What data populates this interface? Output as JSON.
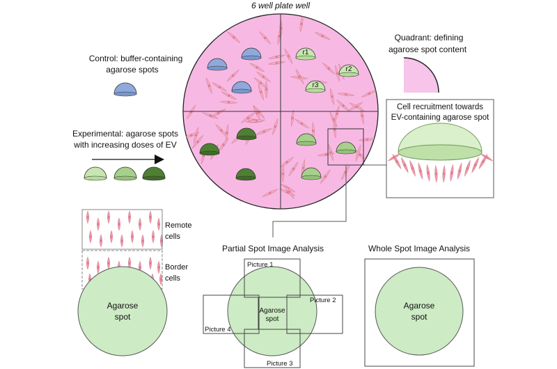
{
  "title": "6 well plate well",
  "control_label_1": "Control: buffer-containing",
  "control_label_2": "agarose spots",
  "experimental_label_1": "Experimental: agarose spots",
  "experimental_label_2": "with increasing doses of EV",
  "quadrant_label_1": "Quadrant: defining",
  "quadrant_label_2": "agarose spot content",
  "recruitment_label_1": "Cell recruitment towards",
  "recruitment_label_2": "EV-containing agarose spot",
  "replicates": [
    "r1",
    "r2",
    "r3"
  ],
  "remote_label_1": "Remote",
  "remote_label_2": "cells",
  "border_label_1": "Border",
  "border_label_2": "cells",
  "agarose_spot_1": "Agarose",
  "agarose_spot_2": "spot",
  "partial_title": "Partial Spot Image Analysis",
  "whole_title": "Whole Spot Image Analysis",
  "pictures": [
    "Picture 1",
    "Picture 2",
    "Picture 3",
    "Picture 4"
  ],
  "colors": {
    "well_fill": "#f7b9e3",
    "control_spot": "#8fa9dc",
    "ev_low": "#c8e6b0",
    "ev_mid": "#a6d08b",
    "ev_high": "#4f7f33",
    "agarose_large": "#cdebc4",
    "cell": "#ef9aa9",
    "quadrant_fill": "#f7c4ea"
  }
}
